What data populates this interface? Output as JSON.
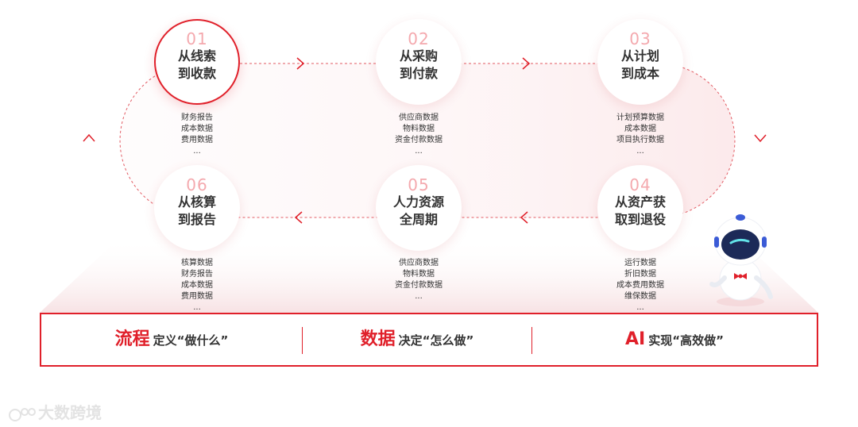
{
  "steps": [
    {
      "num": "01",
      "line1": "从线索",
      "line2": "到收款",
      "items": [
        "财务报告",
        "成本数据",
        "费用数据",
        "..."
      ]
    },
    {
      "num": "02",
      "line1": "从采购",
      "line2": "到付款",
      "items": [
        "供应商数据",
        "物料数据",
        "资金付款数据",
        "..."
      ]
    },
    {
      "num": "03",
      "line1": "从计划",
      "line2": "到成本",
      "items": [
        "计划预算数据",
        "成本数据",
        "项目执行数据",
        "..."
      ]
    },
    {
      "num": "04",
      "line1": "从资产获",
      "line2": "取到退役",
      "items": [
        "运行数据",
        "折旧数据",
        "成本费用数据",
        "维保数据",
        "..."
      ]
    },
    {
      "num": "05",
      "line1": "人力资源",
      "line2": "全周期",
      "items": [
        "供应商数据",
        "物料数据",
        "资金付款数据",
        "..."
      ]
    },
    {
      "num": "06",
      "line1": "从核算",
      "line2": "到报告",
      "items": [
        "核算数据",
        "财务报告",
        "成本数据",
        "费用数据",
        "..."
      ]
    }
  ],
  "bottom": [
    {
      "big": "流程",
      "small": "定义“做什么”"
    },
    {
      "big": "数据",
      "small": "决定“怎么做”"
    },
    {
      "big": "AI",
      "small": "实现“高效做”"
    }
  ],
  "watermark": "大数跨境",
  "colors": {
    "accent": "#e0202a",
    "num": "#f4a9ae"
  }
}
